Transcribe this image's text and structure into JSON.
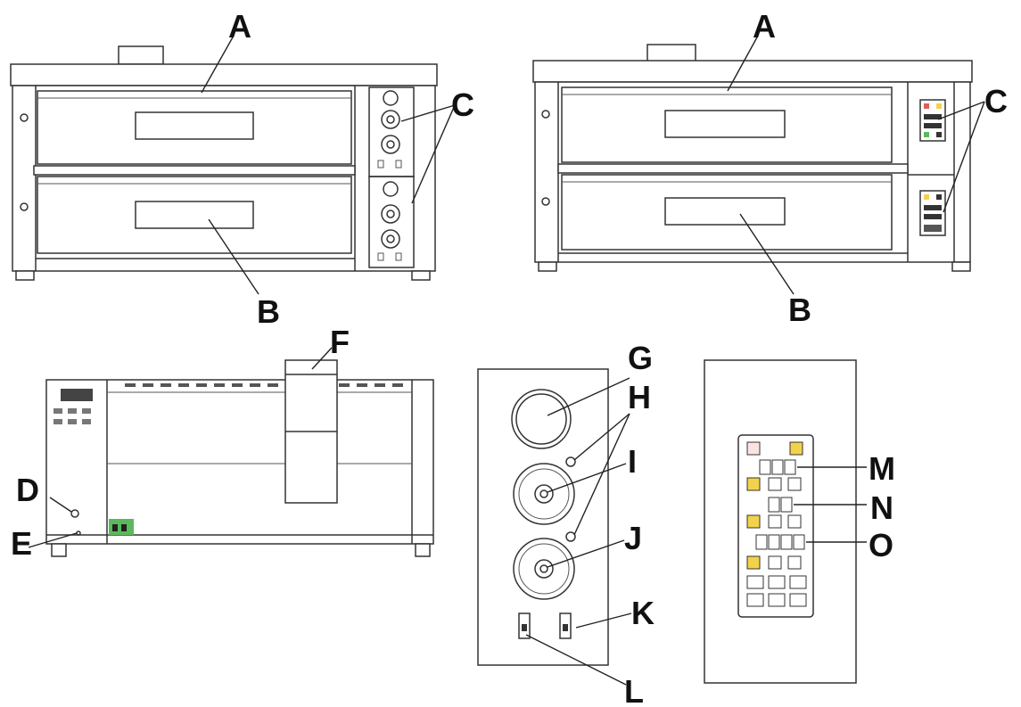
{
  "labels": {
    "A": "A",
    "B": "B",
    "C": "C",
    "D": "D",
    "E": "E",
    "F": "F",
    "G": "G",
    "H": "H",
    "I": "I",
    "J": "J",
    "K": "K",
    "L": "L",
    "M": "M",
    "N": "N",
    "O": "O"
  },
  "colors": {
    "line": "#333333",
    "accent_yellow": "#f2d24a",
    "accent_red": "#e05a5a",
    "accent_green": "#5cb85c"
  },
  "icons": [
    "thermometer-icon",
    "power-icon",
    "light-icon",
    "fan-icon"
  ]
}
